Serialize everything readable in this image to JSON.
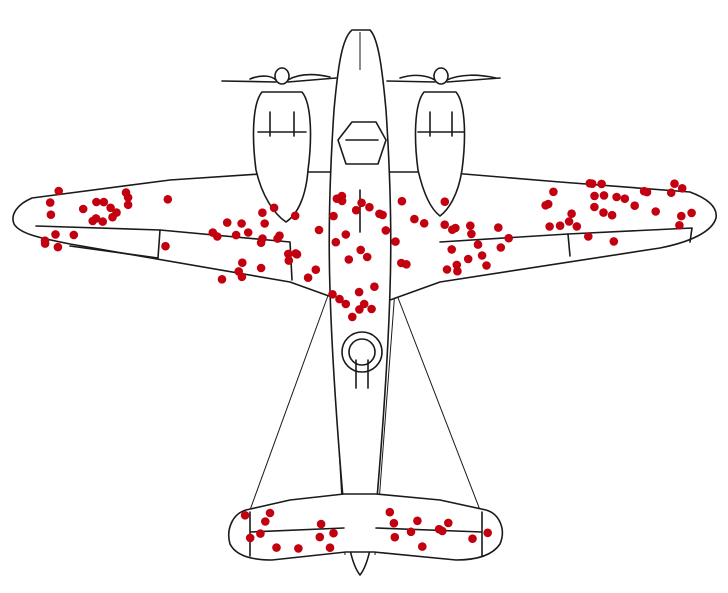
{
  "figure": {
    "subject": "twin-engine-aircraft-top-view",
    "colors": {
      "line": "#1a1a1a",
      "background": "#ffffff",
      "hit_marker": "#c30010"
    },
    "hit_regions": [
      {
        "region": "left-wing-outer",
        "count": 22
      },
      {
        "region": "left-wing-inner",
        "count": 26
      },
      {
        "region": "fuselage-center",
        "count": 24
      },
      {
        "region": "right-wing-inner",
        "count": 23
      },
      {
        "region": "right-wing-outer",
        "count": 30
      },
      {
        "region": "left-tailplane",
        "count": 11
      },
      {
        "region": "right-tailplane",
        "count": 11
      }
    ]
  }
}
